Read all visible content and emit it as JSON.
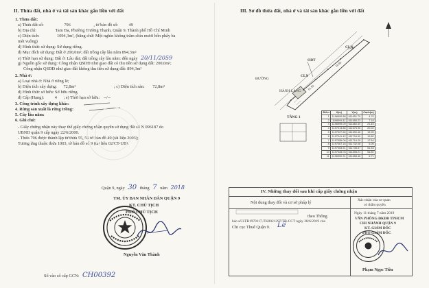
{
  "left": {
    "section_title": "II. Thửa đất, nhà ở và tài sản khác gắn liền với đất",
    "land": {
      "heading": "1. Thửa đất:",
      "parcel_line_a": "a) Thửa đất số:",
      "parcel_no": "796",
      "sheet_label": ", tờ bản đồ số:",
      "sheet_no": "49",
      "address_label": "b) Địa chỉ:",
      "address": "Tam Đa, Phường Trường Thạnh, Quận 9, Thành phố Hồ Chí Minh",
      "area_label": "c) Diện tích:",
      "area": "1094,3m², (bằng chữ: Một nghìn không trăm chín mươi bốn phẩy ba",
      "area_cont": "mét vuông)",
      "use_form": "d) Hình thức sử dụng:   Sử dụng riêng.",
      "purpose": "đ) Mục đích sử dụng:  Đất ở 200,0m²; đất trồng cây lâu năm 894,3m²",
      "term": "e) Thời hạn sử dụng:  Đất ở: Lâu dài; đất trồng cây lâu năm: đến ngày",
      "term_hand": "20/11/2059",
      "origin": "g) Nguồn gốc sử dụng:  Công nhận QSDĐ như giao đất có thu tiền sử dụng đất: 200,0m²;",
      "origin_cont": "Công nhận QSDĐ như giao đất không thu tiền sử dụng đất: 894,3m²"
    },
    "house": {
      "heading": "2. Nhà ở:",
      "type": "a) Loại nhà ở:          Nhà ở riêng lẻ;",
      "built_label": "b) Diện tích xây dựng:",
      "built_value": "72,8m²",
      "floor_label": "; c) Diện tích sàn:",
      "floor_value": "72,8m²",
      "own_form": "d) Hình thức sở hữu:      Sở hữu riêng.",
      "grade_label": "đ) Cấp (Hạng):",
      "grade_value": "4",
      "own_term_label": "; e) Thời hạn sở hữu:",
      "own_term_value": "--/--"
    },
    "other_items": [
      "3. Công trình xây dựng khác:",
      "4. Rừng sản xuất là rừng trồng:",
      "5. Cây lâu năm:",
      "6. Ghi chú:"
    ],
    "notes": [
      "- Giấy chứng nhận này thay thế giấy chứng nhận quyền sử dụng đất số N 096187 do",
      "UBND quận 9 cấp ngày 22/6/2000.",
      "- Thửa 796 được thành lập từ thửa 55, 56 tờ bản đồ 49 (tài liệu 2003);",
      "Tương ứng thuộc thửa 1003, tờ bản đồ số 9 (tài liệu 02/CT-UB)."
    ],
    "sign": {
      "place_date_prefix": "Quận 9, ngày",
      "day_hand": "30",
      "month_label": "tháng",
      "month_hand": "7",
      "year_label": "năm",
      "year_hand": "2018",
      "authority_1": "TM. ỦY BAN NHÂN DÂN QUẬN 9",
      "authority_2": "KT. CHỦ TỊCH",
      "authority_3": "PHÓ CHỦ TỊCH",
      "signer": "Nguyễn Văn Thành"
    },
    "register_label": "Số vào sổ cấp GCN:",
    "register_hand": "CH00392"
  },
  "right": {
    "section_title": "III. Sơ đồ thửa đất, nhà ở và tài sản khác gắn liền với đất",
    "map_labels": {
      "odt": "ODT",
      "cln_1": "CLN",
      "cln_2": "CLN",
      "floor_label": "TẦNG 1",
      "hall": "HÀNH LANG",
      "road": "ĐƯỜNG"
    },
    "coord_table": {
      "headers": [
        "Điểm",
        "X(m)",
        "Y(m)",
        "Cạnh(m)"
      ],
      "rows": [
        [
          "1",
          "1196990.88",
          "611651.79",
          "4.70"
        ],
        [
          "2",
          "1196994.11",
          "611655.23",
          "7.18"
        ],
        [
          "3",
          "1196999.09",
          "611660.40",
          "21.45"
        ],
        [
          "4",
          "1197013.86",
          "611675.95",
          "20.02"
        ],
        [
          "5",
          "1197027.66",
          "611690.46",
          "19.95"
        ],
        [
          "6",
          "1197041.42",
          "611704.90",
          "19.80"
        ],
        [
          "7",
          "1197055.06",
          "611719.25",
          "17.64"
        ],
        [
          "8",
          "1197067.16",
          "611732.08",
          "5.05"
        ],
        [
          "9",
          "1197063.51",
          "611735.57",
          "51.53"
        ],
        [
          "10",
          "1197028.03",
          "611698.21",
          "54.80"
        ],
        [
          "11",
          "1196990.31",
          "611658.46",
          "6.71"
        ]
      ]
    },
    "changes": {
      "title": "IV. Những thay đổi sau khi cấp giấy chứng nhận",
      "col_content": "Nội dung thay đổi và cơ sở pháp lý",
      "col_confirm": "Xác nhận của cơ quan",
      "col_confirm_2": "có thẩm quyền",
      "entry_lines": [
        "theo Thông",
        "báo số LTB1970117-TK0021297/TB-CCT ngày 28/6/2019 của",
        "Chi cục Thuế Quận 9."
      ],
      "entry_hand": "Lê",
      "confirm_date": "Ngày 11 tháng 7 năm 2019",
      "office_1": "VĂN PHÒNG ĐKĐĐ TPHCM",
      "office_2": "CHI NHÁNH QUẬN 9",
      "office_3": "KT. GIÁM ĐỐC",
      "office_4": "PHÓ GIÁM ĐỐC",
      "confirm_signer": "Phạm Ngọc Tiên"
    }
  },
  "colors": {
    "ink": "#353535",
    "pen": "#3b4c9a",
    "stamp": "#2c2c2c"
  }
}
